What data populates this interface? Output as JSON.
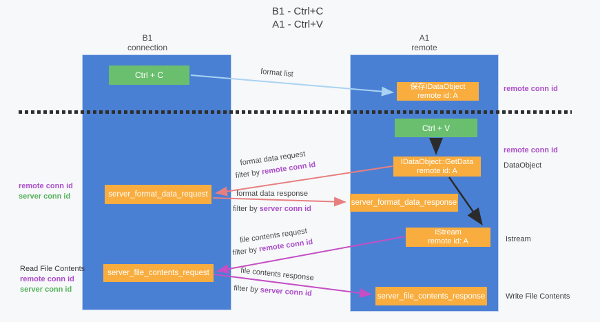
{
  "title": {
    "line1": "B1 - Ctrl+C",
    "line2": "A1 - Ctrl+V"
  },
  "lifelines": {
    "b1": {
      "name": "B1",
      "role": "connection"
    },
    "a1": {
      "name": "A1",
      "role": "remote"
    }
  },
  "boxes": {
    "ctrl_c": {
      "label": "Ctrl + C"
    },
    "save_idataobject": {
      "line1": "保存IDataObject",
      "line2": "remote id: A"
    },
    "ctrl_v": {
      "label": "Ctrl + V"
    },
    "getdata": {
      "line1": "IDataObject::GetData",
      "line2": "remote id: A"
    },
    "format_request": {
      "label": "server_format_data_request"
    },
    "format_response": {
      "label": "server_format_data_response"
    },
    "istream": {
      "line1": "IStream",
      "line2": "remote id: A"
    },
    "file_request": {
      "label": "server_file_contents_request"
    },
    "file_response": {
      "label": "server_file_contents_response"
    }
  },
  "flow_labels": {
    "format_list": "format list",
    "format_data_request": "format data request",
    "format_data_response": "format data response",
    "file_contents_request": "file contents request",
    "file_contents_response": "file contents response",
    "filter_by": "filter by ",
    "remote_conn_id": "remote conn id",
    "server_conn_id": "server conn id"
  },
  "side_labels": {
    "left": {
      "remote_conn_id": "remote conn id",
      "server_conn_id": "server conn id",
      "read_file_contents": "Read File Contents"
    },
    "right": {
      "remote_conn_id_top": "remote conn id",
      "remote_conn_id_mid": "remote conn id",
      "dataobject": "DataObject",
      "istream": "Istream",
      "write_file_contents": "Write File Contents"
    }
  },
  "colors": {
    "lifeline_blue": "#4a80d4",
    "box_green": "#6abf6e",
    "box_orange": "#f8ad3e",
    "label_purple": "#ab4fc8",
    "label_green": "#56b25c",
    "arrow_lightblue": "#a9d3f2",
    "arrow_salmon": "#e87f7f",
    "arrow_magenta": "#c44fc4",
    "arrow_black": "#2b2b2b"
  }
}
